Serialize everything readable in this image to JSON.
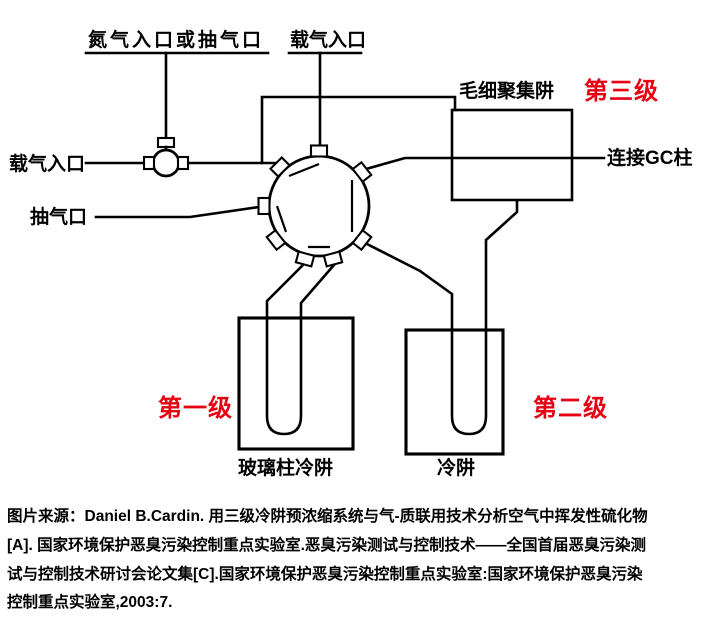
{
  "diagram": {
    "labels": {
      "nitrogen_inlet": "氮气入口或抽气口",
      "carrier_gas_inlet_top": "载气入口",
      "carrier_gas_inlet_left": "载气入口",
      "pump_port": "抽气口",
      "capillary_trap": "毛细聚集阱",
      "stage3": "第三级",
      "gc_column": "连接GC柱",
      "stage1": "第一级",
      "stage2": "第二级",
      "glass_column_trap": "玻璃柱冷阱",
      "cold_trap": "冷阱"
    },
    "colors": {
      "stage_label": "#e60012",
      "line": "#000000",
      "background": "#ffffff"
    }
  },
  "caption": {
    "lines": [
      "图片来源：Daniel B.Cardin. 用三级冷阱预浓缩系统与气-质联用技术分析空气中挥发性硫化物",
      "[A]. 国家环境保护恶臭污染控制重点实验室.恶臭污染测试与控制技术——全国首届恶臭污染测",
      "试与控制技术研讨会论文集[C].国家环境保护恶臭污染控制重点实验室:国家环境保护恶臭污染",
      "控制重点实验室,2003:7."
    ]
  }
}
